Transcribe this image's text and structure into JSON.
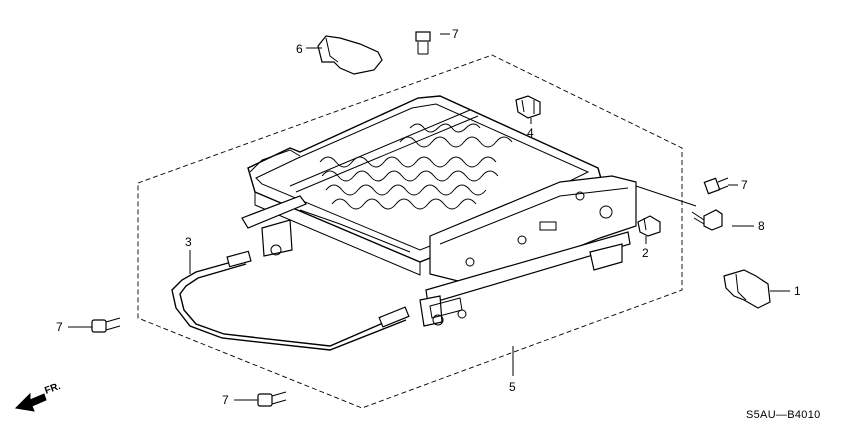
{
  "diagram": {
    "callouts": {
      "c1": "1",
      "c2": "2",
      "c3": "3",
      "c4": "4",
      "c5": "5",
      "c6": "6",
      "c7a": "7",
      "c7b": "7",
      "c7c": "7",
      "c7d": "7",
      "c8": "8"
    },
    "direction_label": "FR.",
    "diagram_code": "S5AU—B4010"
  }
}
